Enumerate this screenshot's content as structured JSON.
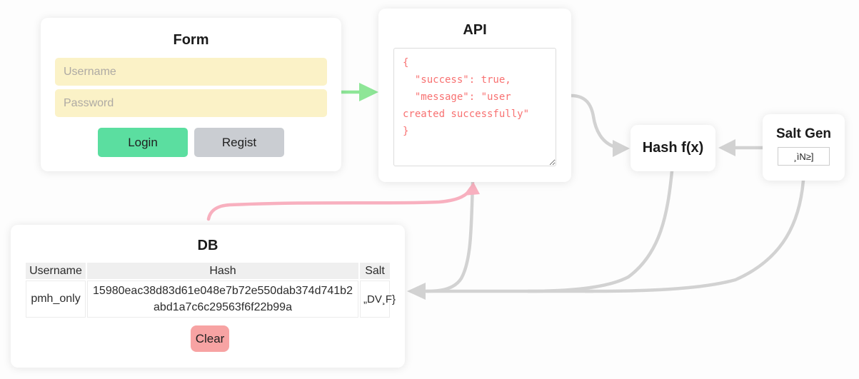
{
  "form": {
    "title": "Form",
    "username_placeholder": "Username",
    "password_placeholder": "Password",
    "login_label": "Login",
    "regist_label": "Regist"
  },
  "api": {
    "title": "API",
    "response_json": "{\n  \"success\": true,\n  \"message\": \"user \ncreated successfully\"\n}"
  },
  "hash": {
    "title": "Hash f(x)"
  },
  "salt_gen": {
    "title": "Salt Gen",
    "value": "¸ìN≥]"
  },
  "db": {
    "title": "DB",
    "columns": [
      "Username",
      "Hash",
      "Salt"
    ],
    "rows": [
      {
        "username": "pmh_only",
        "hash": "15980eac38d83d61e048e7b72e550dab374d741b2abd1a7c6c29563f6f22b99a",
        "salt": "„DV¸F}"
      }
    ],
    "clear_label": "Clear"
  },
  "colors": {
    "input_yellow": "#fbf2c7",
    "login_green": "#5bdea0",
    "regist_gray": "#cacdd2",
    "clear_red": "#f7a3a3",
    "json_text_red": "#f87171",
    "arrow_gray": "#d2d2d2",
    "arrow_green": "#8ee697",
    "arrow_pink": "#f8b0bf",
    "table_header_gray": "#efefef"
  }
}
